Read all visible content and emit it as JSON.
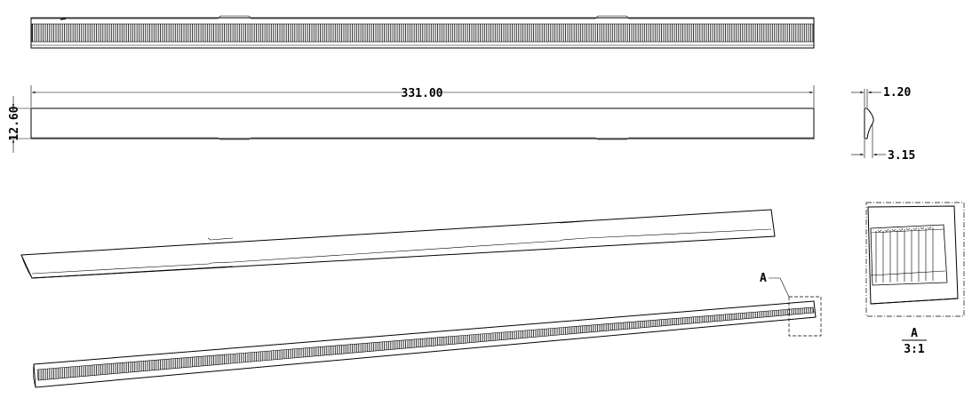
{
  "dimensions": {
    "length": "331.00",
    "height": "12.60",
    "profile_top": "1.20",
    "profile_bottom": "3.15"
  },
  "detail": {
    "callout_letter": "A",
    "view_letter": "A",
    "scale": "3:1"
  },
  "colors": {
    "line": "#000000",
    "background": "#ffffff"
  }
}
